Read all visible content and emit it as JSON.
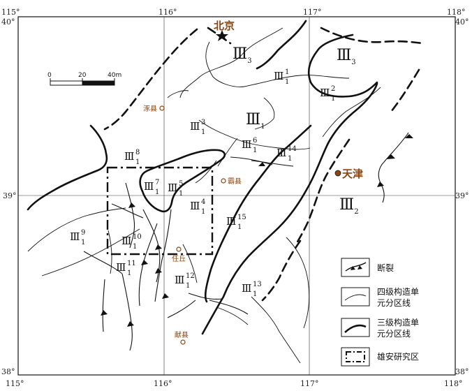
{
  "frame": {
    "top_labels": [
      "115°",
      "116°",
      "117°",
      "118°"
    ],
    "bottom_labels": [
      "115°",
      "116°",
      "117°",
      "118°"
    ],
    "left_labels": [
      "40°",
      "39°",
      "38°"
    ],
    "right_labels": [
      "40°",
      "39°",
      "38°"
    ]
  },
  "scale_bar": {
    "ticks": [
      "0",
      "20",
      "40m"
    ]
  },
  "cities": [
    {
      "name": "北京",
      "symbol": "star"
    },
    {
      "name": "天津",
      "symbol": "dot"
    },
    {
      "name": "涿县",
      "symbol": "circle"
    },
    {
      "name": "霸县",
      "symbol": "circle"
    },
    {
      "name": "任丘",
      "symbol": "circle"
    },
    {
      "name": "献县",
      "symbol": "circle"
    }
  ],
  "units": [
    {
      "main": "Ⅲ",
      "sub": "3",
      "sup": ""
    },
    {
      "main": "Ⅲ",
      "sub": "3",
      "sup": ""
    },
    {
      "main": "Ⅲ",
      "sub": "1",
      "sup": "1"
    },
    {
      "main": "Ⅲ",
      "sub": "1",
      "sup": "2"
    },
    {
      "main": "Ⅲ",
      "sub": "1",
      "sup": "3"
    },
    {
      "main": "Ⅲ",
      "sub": "1",
      "sup": ""
    },
    {
      "main": "Ⅲ",
      "sub": "1",
      "sup": "6"
    },
    {
      "main": "Ⅲ",
      "sub": "1",
      "sup": "14"
    },
    {
      "main": "Ⅲ",
      "sub": "1",
      "sup": "8"
    },
    {
      "main": "Ⅲ",
      "sub": "1",
      "sup": "7"
    },
    {
      "main": "Ⅲ",
      "sub": "1",
      "sup": "5"
    },
    {
      "main": "Ⅲ",
      "sub": "1",
      "sup": "4"
    },
    {
      "main": "Ⅲ",
      "sub": "1",
      "sup": "15"
    },
    {
      "main": "Ⅲ",
      "sub": "2",
      "sup": ""
    },
    {
      "main": "Ⅲ",
      "sub": "1",
      "sup": "9"
    },
    {
      "main": "Ⅲ",
      "sub": "1",
      "sup": "10"
    },
    {
      "main": "Ⅲ",
      "sub": "1",
      "sup": "11"
    },
    {
      "main": "Ⅲ",
      "sub": "1",
      "sup": "12"
    },
    {
      "main": "Ⅲ",
      "sub": "1",
      "sup": "13"
    }
  ],
  "legend": [
    {
      "label_line1": "断裂",
      "label_line2": ""
    },
    {
      "label_line1": "四级构造单",
      "label_line2": "元分区线"
    },
    {
      "label_line1": "三级构造单",
      "label_line2": "元分区线"
    },
    {
      "label_line1": "雄安研究区",
      "label_line2": ""
    }
  ],
  "colors": {
    "city": "#8B4513",
    "line": "#111111"
  }
}
